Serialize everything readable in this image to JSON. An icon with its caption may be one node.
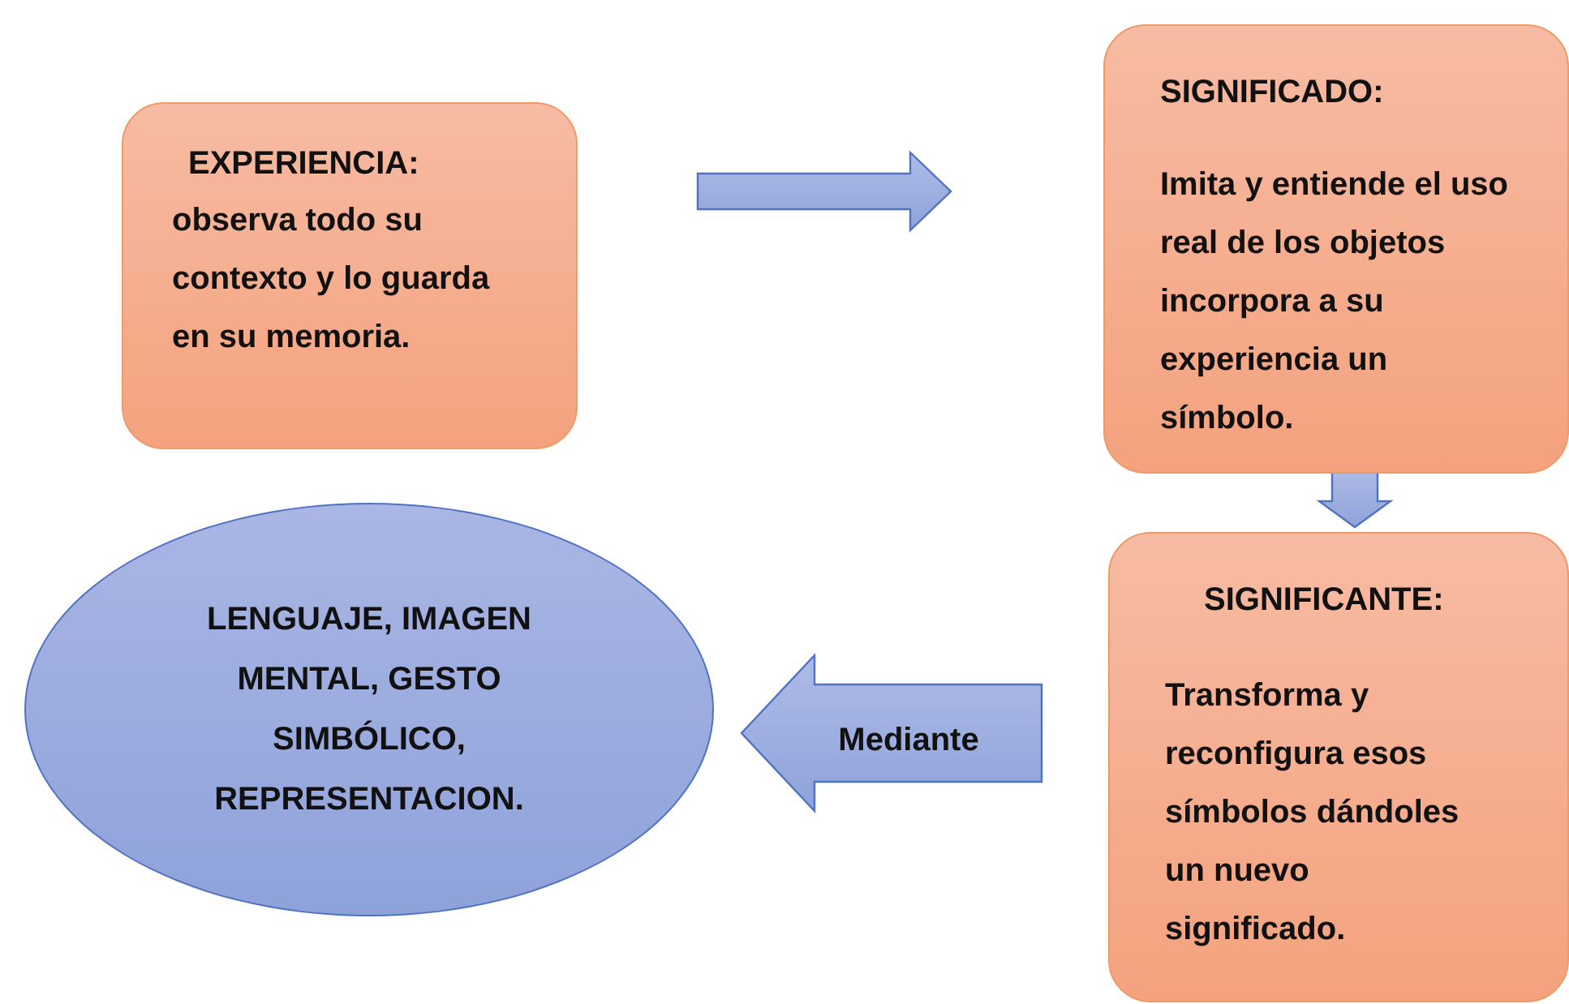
{
  "diagram": {
    "nodes": [
      {
        "text": [
          "EXPERIENCIA:",
          "observa todo su contexto y lo guarda en su memoria."
        ]
      },
      {
        "text": [
          "SIGNIFICADO:",
          "Imita y entiende el uso real de los objetos incorpora a su experiencia un símbolo."
        ]
      },
      {
        "text": [
          "SIGNIFICANTE:",
          "Transforma y reconfigura esos símbolos dándoles un nuevo significado."
        ]
      },
      {
        "text": [
          "LENGUAJE, IMAGEN MENTAL, GESTO SIMBÓLICO, REPRESENTACION."
        ]
      }
    ],
    "edges": [
      {
        "from": 0,
        "to": 1,
        "arrow": "to"
      },
      {
        "from": 1,
        "to": 2,
        "arrow": "to"
      },
      {
        "from": 2,
        "to": 3,
        "arrow": "to",
        "label": "Mediante"
      }
    ]
  }
}
